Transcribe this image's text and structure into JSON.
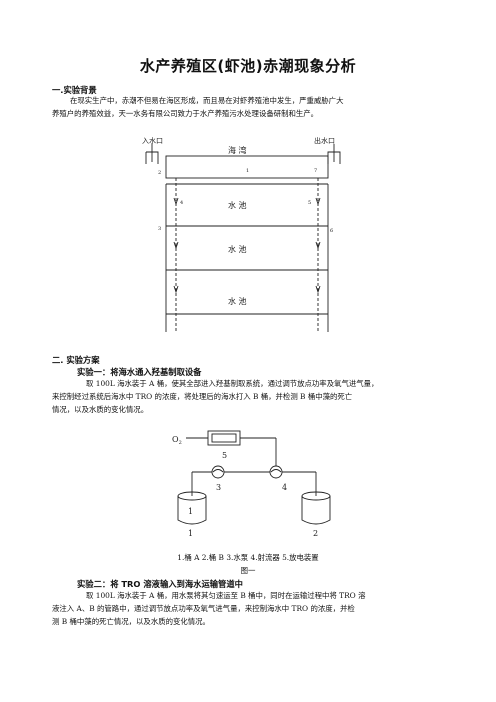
{
  "document": {
    "title": "水产养殖区(虾池)赤潮现象分析",
    "section1": {
      "heading": "一.实验背景",
      "para": [
        "在现实生产中，赤潮不但易在海区形成，而且易在对虾养殖池中发生，严重威胁广大",
        "养殖户的养殖效益，天一水务有限公司致力于水产养殖污水处理设备研制和生产。"
      ]
    },
    "figure1": {
      "inlet": "入水口",
      "outlet": "出水口",
      "bay": "海  湾",
      "pools": [
        "水  池",
        "水  池",
        "水  池"
      ],
      "nums": [
        "1",
        "2",
        "3",
        "4",
        "5",
        "6",
        "7"
      ]
    },
    "section2": {
      "heading": "二. 实验方案",
      "exp1": {
        "heading": "实验一：将海水通入羟基制取设备",
        "para": [
          "取 100L 海水装于 A 桶，使其全部进入羟基制取系统，通过调节放点功率及氧气进气量，",
          "来控制经过系统后海水中 TRO 的浓度，将处理后的海水打入 B 桶，并检测 B 桶中藻的死亡",
          "情况，以及水质的变化情况。"
        ]
      },
      "figure2": {
        "o2": "O",
        "o2_sub": "2",
        "labels": [
          "5",
          "3",
          "4",
          "1",
          "1",
          "2"
        ],
        "caption": "1.桶 A  2.桶 B  3.水泵  4.射流器  5.放电装置",
        "fig_label": "图一"
      },
      "exp2": {
        "heading": "实验二：将 TRO 溶液输入到海水运输管道中",
        "para": [
          "取 100L 海水装于 A 桶，用水泵将其匀速运至 B 桶中，同时在运输过程中将 TRO 溶",
          "液注入 A、B 的管路中，通过调节放点功率及氧气进气量，来控制海水中 TRO 的浓度，并检",
          "测 B 桶中藻的死亡情况，以及水质的变化情况。"
        ]
      }
    }
  }
}
